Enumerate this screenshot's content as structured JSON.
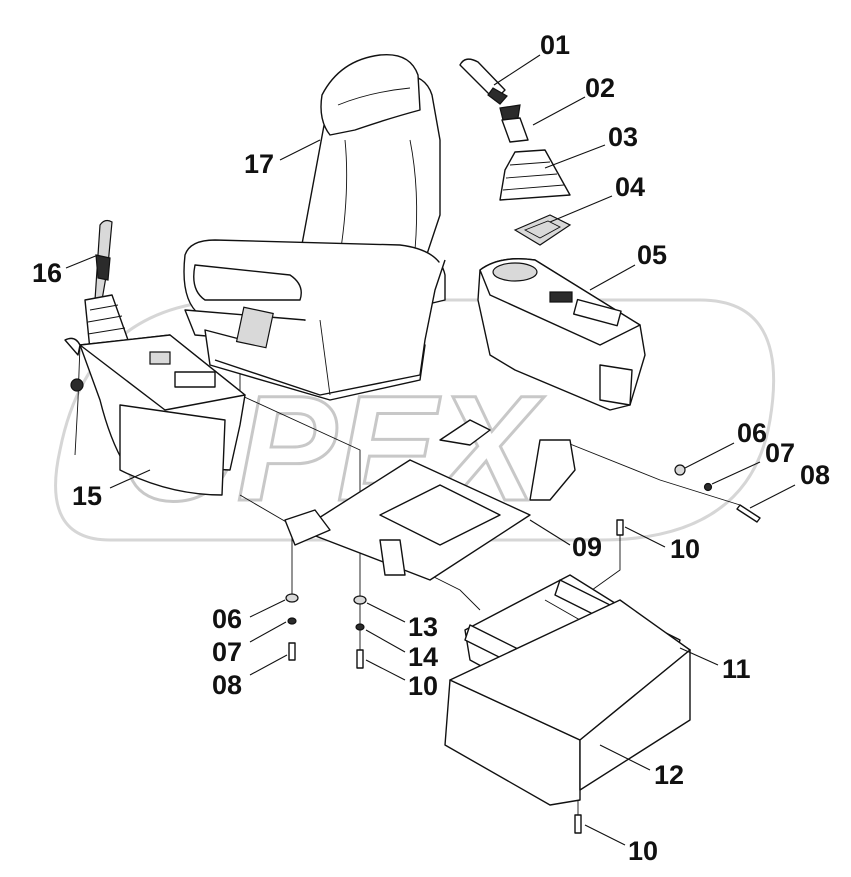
{
  "watermark": "OPEX",
  "callouts": [
    {
      "id": "01",
      "text": "01"
    },
    {
      "id": "02",
      "text": "02"
    },
    {
      "id": "03",
      "text": "03"
    },
    {
      "id": "04",
      "text": "04"
    },
    {
      "id": "05",
      "text": "05"
    },
    {
      "id": "06a",
      "text": "06"
    },
    {
      "id": "07a",
      "text": "07"
    },
    {
      "id": "08a",
      "text": "08"
    },
    {
      "id": "09",
      "text": "09"
    },
    {
      "id": "10a",
      "text": "10"
    },
    {
      "id": "11",
      "text": "11"
    },
    {
      "id": "12",
      "text": "12"
    },
    {
      "id": "06b",
      "text": "06"
    },
    {
      "id": "13",
      "text": "13"
    },
    {
      "id": "07b",
      "text": "07"
    },
    {
      "id": "14",
      "text": "14"
    },
    {
      "id": "08b",
      "text": "08"
    },
    {
      "id": "10b",
      "text": "10"
    },
    {
      "id": "10c",
      "text": "10"
    },
    {
      "id": "15",
      "text": "15"
    },
    {
      "id": "16",
      "text": "16"
    },
    {
      "id": "17",
      "text": "17"
    }
  ]
}
